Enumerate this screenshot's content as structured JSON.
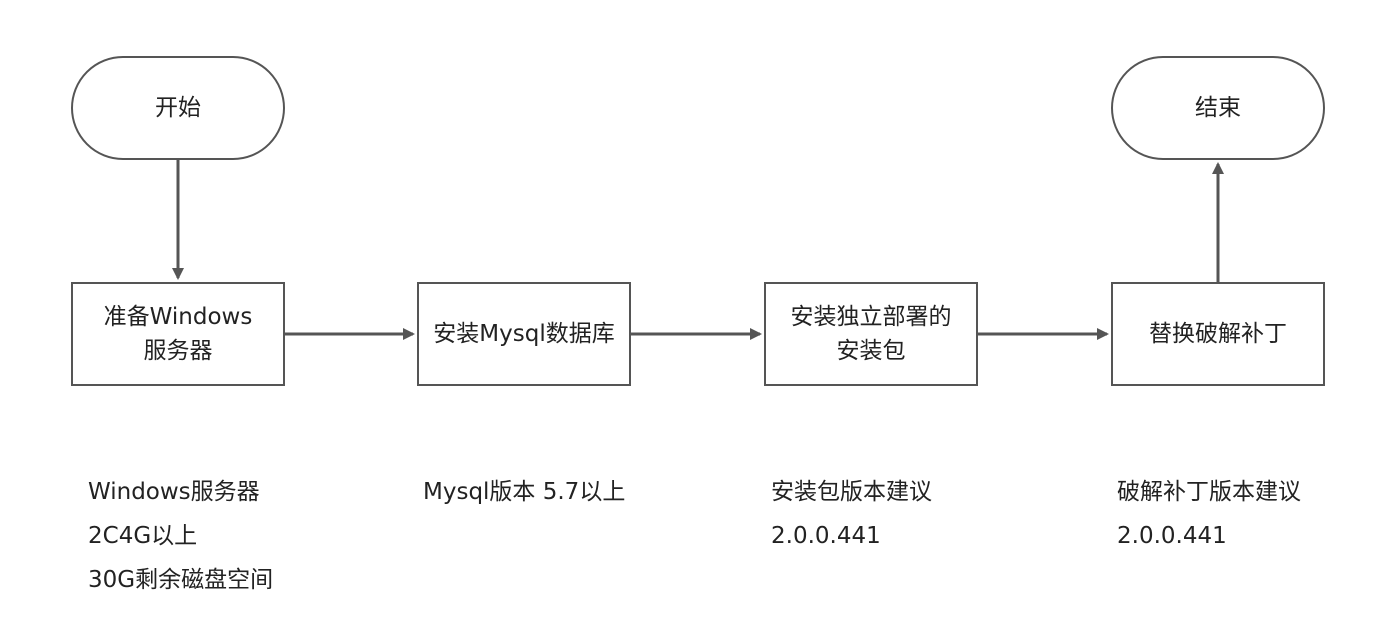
{
  "diagram": {
    "nodes": {
      "start": {
        "lines": [
          "开始"
        ]
      },
      "end": {
        "lines": [
          "结束"
        ]
      },
      "step1": {
        "lines": [
          "准备Windows",
          "服务器"
        ]
      },
      "step2": {
        "lines": [
          "安装Mysql数据库"
        ]
      },
      "step3": {
        "lines": [
          "安装独立部署的",
          "安装包"
        ]
      },
      "step4": {
        "lines": [
          "替换破解补丁"
        ]
      }
    },
    "edges": [
      {
        "from": "start",
        "to": "step1"
      },
      {
        "from": "step1",
        "to": "step2"
      },
      {
        "from": "step2",
        "to": "step3"
      },
      {
        "from": "step3",
        "to": "step4"
      },
      {
        "from": "step4",
        "to": "end"
      }
    ],
    "notes": {
      "note1": [
        "Windows服务器",
        "2C4G以上",
        "30G剩余磁盘空间"
      ],
      "note2": [
        "Mysql版本 5.7以上"
      ],
      "note3": [
        "安装包版本建议",
        "2.0.0.441"
      ],
      "note4": [
        "破解补丁版本建议",
        "2.0.0.441"
      ]
    },
    "colors": {
      "stroke": "#555555",
      "text": "#222222",
      "background": "#ffffff"
    }
  }
}
